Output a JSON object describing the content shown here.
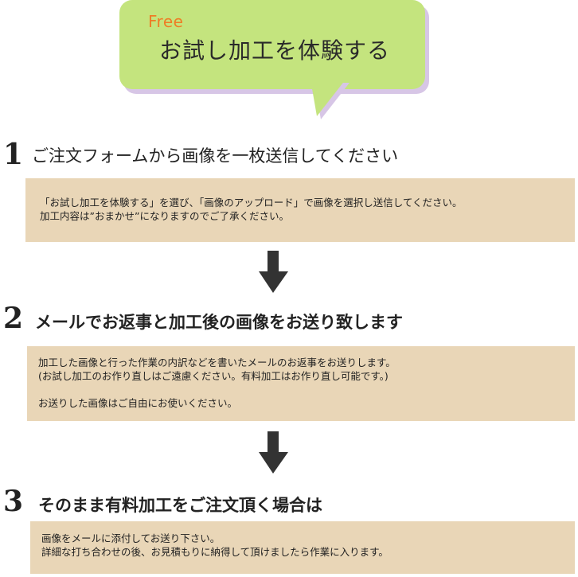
{
  "header": {
    "free_label": "Free",
    "title": "お試し加工を体験する"
  },
  "steps": [
    {
      "number": "1",
      "title": "ご注文フォームから画像を一枚送信してください",
      "lines": [
        "「お試し加工を体験する」を選び、「画像のアップロード」で画像を選択し送信してください。",
        "加工内容は”おまかせ”になりますのでご了承ください。"
      ]
    },
    {
      "number": "2",
      "title": "メールでお返事と加工後の画像をお送り致します",
      "lines": [
        "加工した画像と行った作業の内訳などを書いたメールのお返事をお送りします。",
        "(お試し加工のお作り直しはご遠慮ください。有料加工はお作り直し可能です。)",
        "",
        "お送りした画像はご自由にお使いください。"
      ]
    },
    {
      "number": "3",
      "title": "そのまま有料加工をご注文頂く場合は",
      "lines": [
        "画像をメールに添付してお送り下さい。",
        "詳細な打ち合わせの後、お見積もりに納得して頂けましたら作業に入ります。"
      ]
    }
  ],
  "colors": {
    "bubble": "#c4e47e",
    "bubble_shadow": "#d7c6e6",
    "free_text": "#ee7d26",
    "box": "#e9d6b7",
    "arrow": "#333333"
  },
  "icons": [
    "speech-bubble-tail",
    "arrow-down-icon"
  ]
}
